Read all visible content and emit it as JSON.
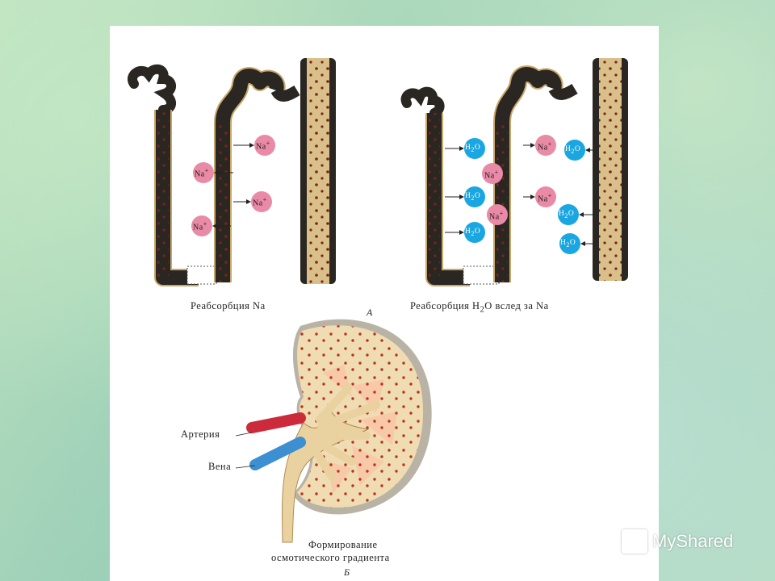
{
  "panel_a": {
    "left_caption": "Реабсорбция Na",
    "right_caption_pre": "Реабсорбция H",
    "right_caption_sub": "2",
    "right_caption_post": "O вслед за Na",
    "letter": "А",
    "ion_na": "Na",
    "ion_h2o_pre": "H",
    "ion_h2o_sub": "2",
    "ion_h2o_post": "O",
    "ion_plus": "+"
  },
  "panel_b": {
    "label_artery": "Артерия",
    "label_vein": "Вена",
    "caption_line1": "Формирование",
    "caption_line2": "осмотического градиента",
    "letter": "Б"
  },
  "colors": {
    "tubule_outer": "#2a2622",
    "tubule_lumen": "#d9c08a",
    "na_circle": "#e98aa6",
    "h2o_circle": "#1aa6e0",
    "artery": "#cc2b3b",
    "vein": "#3c8fd0",
    "kidney_tissue": "#f0dcb2",
    "pelvis": "#ead2a0"
  },
  "watermark": {
    "text": "MyShared",
    "icon": "presentation-icon"
  }
}
